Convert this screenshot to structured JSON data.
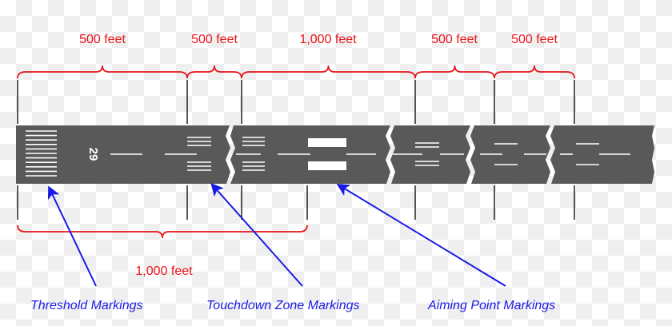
{
  "top_dimensions": [
    "500 feet",
    "500 feet",
    "1,000 feet",
    "500 feet",
    "500 feet"
  ],
  "bottom_dimension": "1,000 feet",
  "runway_number": "29",
  "captions": {
    "threshold": "Threshold Markings",
    "touchdown": "Touchdown Zone Markings",
    "aiming": "Aiming Point Markings"
  },
  "colors": {
    "dimension": "#e8141a",
    "caption": "#1a1ae6",
    "runway": "#595959",
    "marking": "#ffffff"
  }
}
